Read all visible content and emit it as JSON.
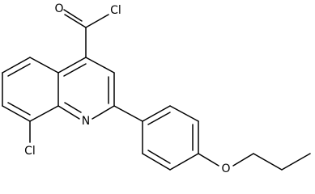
{
  "diagram_type": "chemical-structure",
  "atom_labels": [
    {
      "id": "O_carbonyl",
      "text": "O"
    },
    {
      "id": "Cl_acyl",
      "text": "Cl"
    },
    {
      "id": "N_ring",
      "text": "N"
    },
    {
      "id": "Cl_aryl",
      "text": "Cl"
    },
    {
      "id": "O_ether",
      "text": "O"
    }
  ]
}
